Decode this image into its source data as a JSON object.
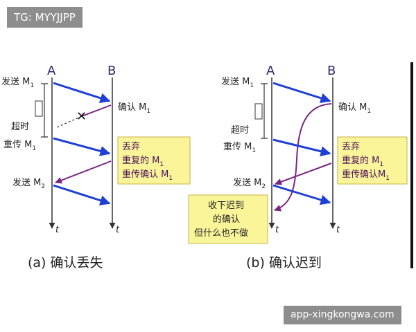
{
  "watermark_top": "TG: MYYJJPP",
  "watermark_bottom": "app-xingkongwa.com",
  "left": {
    "label_a": "A",
    "label_b": "B",
    "send_m1": "发送 M",
    "send_m1_sub": "1",
    "timeout": "超时",
    "resend_m1": "重传 M",
    "resend_m1_sub": "1",
    "send_m2": "发送 M",
    "send_m2_sub": "2",
    "ack_m1": "确认 M",
    "ack_m1_sub": "1",
    "lost_mark": "✕",
    "box_line1": "丢弃",
    "box_line2": "重复的 M",
    "box_line2_sub": "1",
    "box_line3": "重传确认 M",
    "box_line3_sub": "1",
    "t_a": "t",
    "t_b": "t",
    "caption": "(a) 确认丢失"
  },
  "right": {
    "label_a": "A",
    "label_b": "B",
    "send_m1": "发送 M",
    "send_m1_sub": "1",
    "timeout": "超时",
    "resend_m1": "重传 M",
    "resend_m1_sub": "1",
    "send_m2": "发送 M",
    "send_m2_sub": "2",
    "ack_m1": "确认 M",
    "ack_m1_sub": "1",
    "box_line1": "丢弃",
    "box_line2": "重复的 M",
    "box_line2_sub": "1",
    "box_line3": "重传确认M",
    "box_line3_sub": "1",
    "late_line1": "收下迟到",
    "late_line2": "的确认",
    "late_line3": "但什么也不做",
    "t_a": "t",
    "t_b": "t",
    "caption": "(b) 确认迟到"
  },
  "colors": {
    "blue_arrow": "#1f3fd6",
    "purple_arrow": "#7a2582",
    "box_fill": "#fbf59a",
    "box_border": "#c9b24a",
    "timeline": "#333333"
  }
}
